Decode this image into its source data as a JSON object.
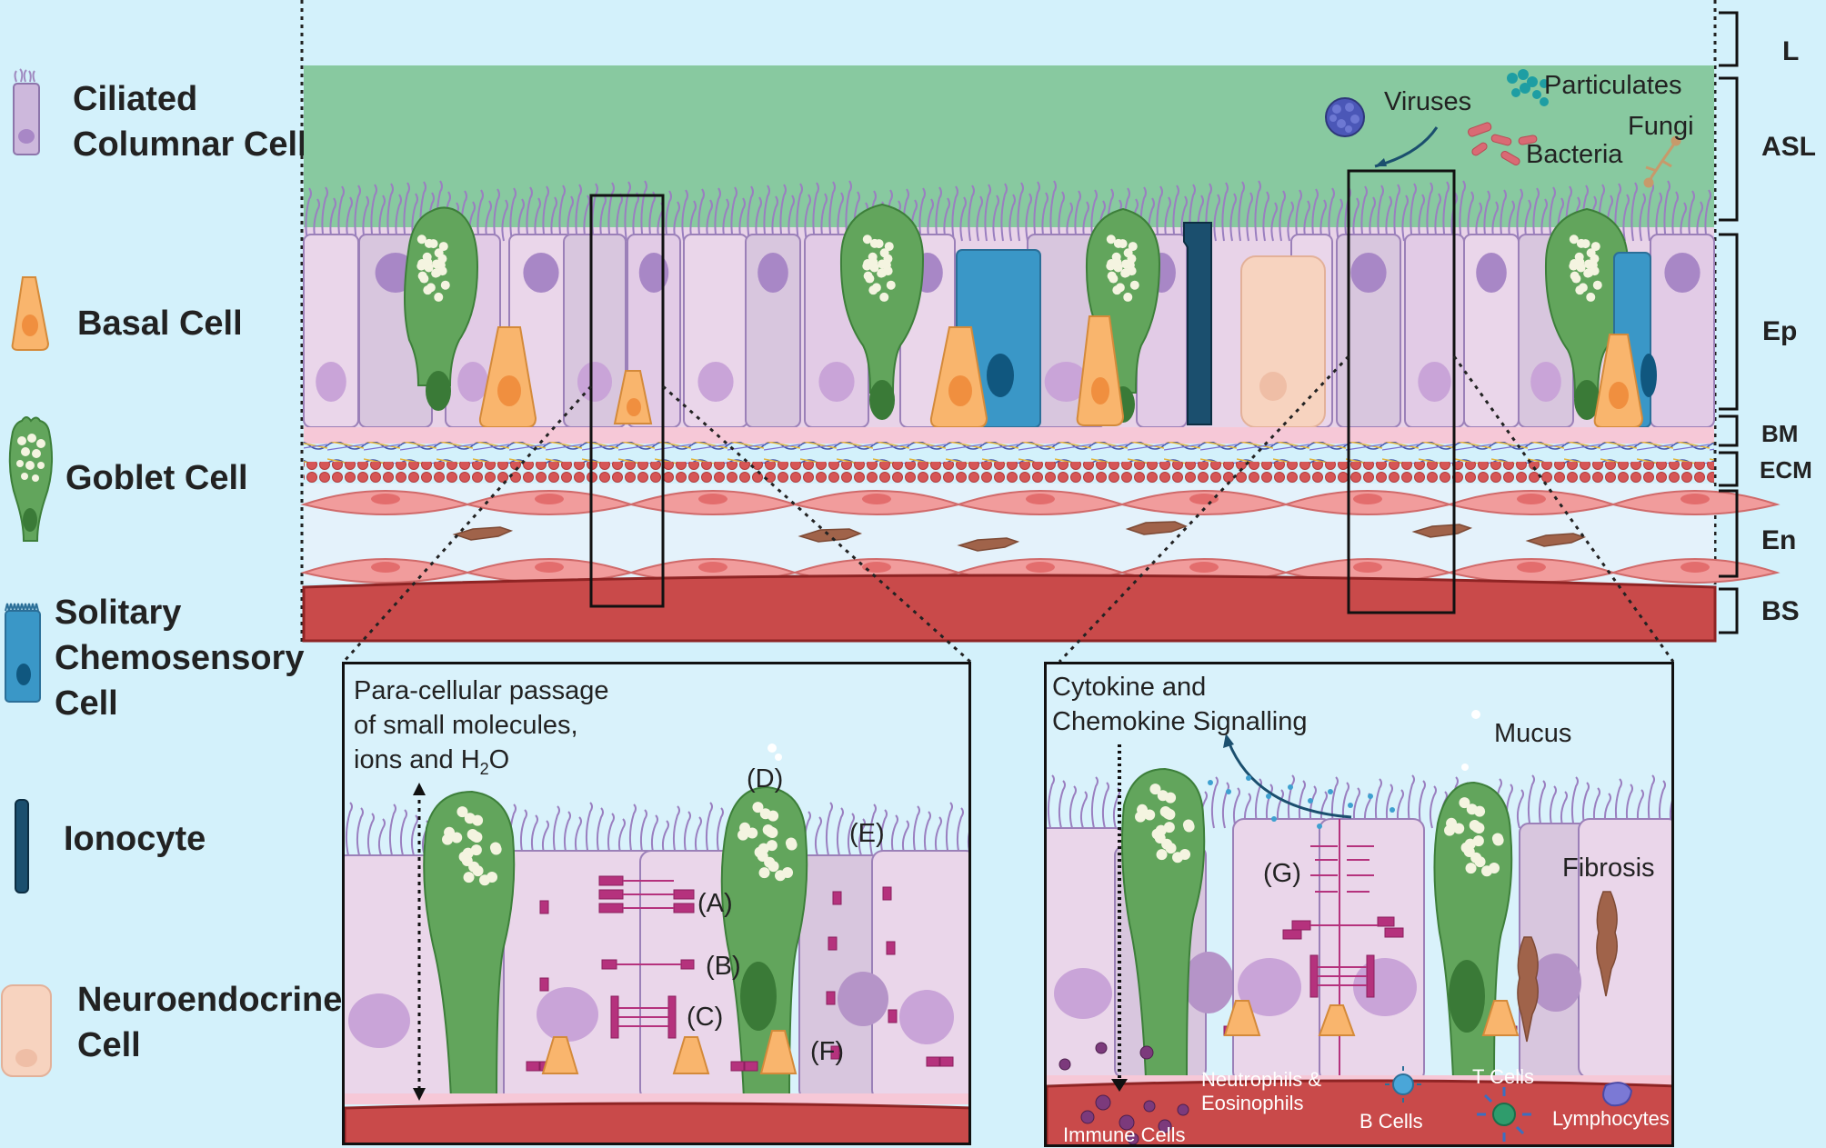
{
  "legend": [
    {
      "id": "ciliated",
      "lines": [
        "Ciliated",
        "Columnar Cell"
      ]
    },
    {
      "id": "basal",
      "lines": [
        "Basal Cell"
      ]
    },
    {
      "id": "goblet",
      "lines": [
        "Goblet Cell"
      ]
    },
    {
      "id": "solitary",
      "lines": [
        "Solitary",
        "Chemosensory",
        "Cell"
      ]
    },
    {
      "id": "ionocyte",
      "lines": [
        "Ionocyte"
      ]
    },
    {
      "id": "neuroendocrine",
      "lines": [
        "Neuroendocrine",
        "Cell"
      ]
    }
  ],
  "layers": {
    "L": "L",
    "ASL": "ASL",
    "Ep": "Ep",
    "BM": "BM",
    "ECM": "ECM",
    "En": "En",
    "BS": "BS"
  },
  "pathogens": {
    "viruses": "Viruses",
    "particulates": "Particulates",
    "fungi": "Fungi",
    "bacteria": "Bacteria"
  },
  "left_panel": {
    "title_lines": [
      "Para-cellular passage",
      "of small molecules,",
      "ions and H"
    ],
    "sub2": "2",
    "tail": "O",
    "labels": {
      "A": "(A)",
      "B": "(B)",
      "C": "(C)",
      "D": "(D)",
      "E": "(E)",
      "F": "(F)"
    }
  },
  "right_panel": {
    "signal_lines": [
      "Cytokine and",
      "Chemokine Signalling"
    ],
    "mucus": "Mucus",
    "fibrosis": "Fibrosis",
    "G": "(G)",
    "neutro_lines": [
      "Neutrophils &",
      "Eosinophils"
    ],
    "tcells": "T Cells",
    "bcells": "B Cells",
    "lymph": "Lymphocytes",
    "immune": "Immune Cells"
  },
  "colors": {
    "asl": "#88c9a0",
    "columnar": "#ead6ea",
    "goblet": "#62a55c",
    "basal": "#f9b56d",
    "solitary": "#3a97c7",
    "ionocyte": "#1b4f6e",
    "neuro": "#f7d3bf",
    "blood": "#c94a4a"
  }
}
